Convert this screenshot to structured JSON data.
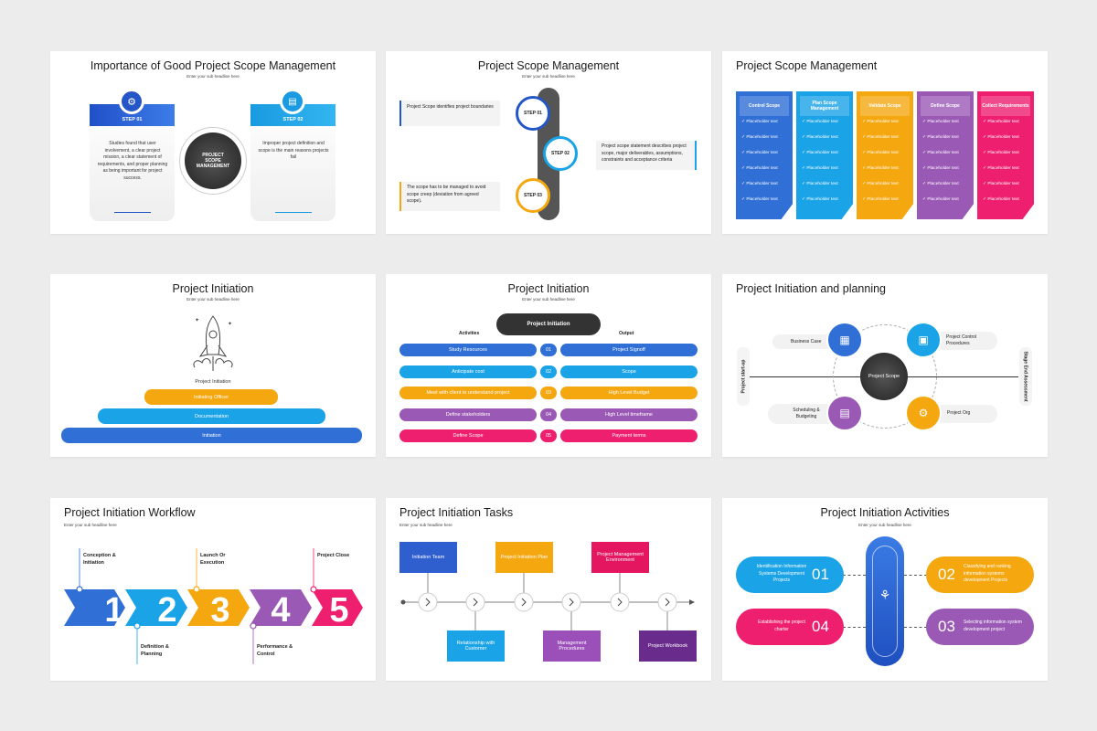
{
  "s1": {
    "title": "Importance of Good Project Scope Management",
    "subtitle": "Enter your sub headline here",
    "step1": {
      "label": "STEP 01",
      "text": "Studies found that user involvement, a clear project mission, a clear statement of requirements, and proper planning as being important for project success."
    },
    "step2": {
      "label": "STEP 02",
      "text": "Improper project definition and scope is the main reasons projects fail"
    },
    "center": "PROJECT SCOPE MANAGEMENT"
  },
  "s2": {
    "title": "Project Scope Management",
    "subtitle": "Enter your sub headline here",
    "steps": [
      "STEP 01",
      "STEP 02",
      "STEP 03"
    ],
    "callouts": [
      "Project Scope identifies project boundaries",
      "Project scope statement describes project scope, major deliverables, assumptions, constraints and acceptance criteria",
      "The scope has to be managed to avoid scope creep (deviation from agreed scope)."
    ]
  },
  "s3": {
    "title": "Project Scope Management",
    "columns": [
      {
        "header": "Control Scope",
        "color": "#2f6fd6"
      },
      {
        "header": "Plan Scope Management",
        "color": "#1aa3e6"
      },
      {
        "header": "Validate Scope",
        "color": "#f5a70f"
      },
      {
        "header": "Define Scope",
        "color": "#9b59b6"
      },
      {
        "header": "Collect Requirements",
        "color": "#ee1f6e"
      }
    ],
    "item": "Placeholder text"
  },
  "s4": {
    "title": "Project Initiation",
    "subtitle": "Enter your sub headline here",
    "icon_label": "Project Initiation",
    "levels": [
      "Initiating Officer",
      "Documentation",
      "Initiation"
    ]
  },
  "s5": {
    "title": "Project Initiation",
    "subtitle": "Enter your sub headline here",
    "center": "Project Initiation",
    "activities_label": "Activities",
    "output_label": "Output",
    "rows": [
      {
        "left": "Study Resources",
        "num": "01",
        "right": "Project Signoff"
      },
      {
        "left": "Anticipate cost",
        "num": "02",
        "right": "Scope"
      },
      {
        "left": "Meet with client to understand project",
        "num": "03",
        "right": "High Level Budget"
      },
      {
        "left": "Define stakeholders",
        "num": "04",
        "right": "High Level timeframe"
      },
      {
        "left": "Define Scope",
        "num": "05",
        "right": "Payment terms"
      }
    ]
  },
  "s6": {
    "title": "Project Initiation and planning",
    "left_axis": "Project start-up",
    "right_axis": "Stage End Assessment",
    "center": "Project Scope",
    "labels": [
      "Business Case",
      "Project Control Procedures",
      "Scheduling & Budgeting",
      "Project Org"
    ]
  },
  "s7": {
    "title": "Project Initiation Workflow",
    "subtitle": "Enter your sub headline here",
    "numbers": [
      "1",
      "2",
      "3",
      "4",
      "5"
    ],
    "top_labels": [
      "Conception & Initiation",
      "Launch Or Execution",
      "Project Close"
    ],
    "bottom_labels": [
      "Definition & Planning",
      "Performance & Control"
    ]
  },
  "s8": {
    "title": "Project Initiation Tasks",
    "subtitle": "Enter your sub headline here",
    "top": [
      "Initiation Team",
      "Project Initiation Plan",
      "Project Management Environment"
    ],
    "bottom": [
      "Relationship with Customer",
      "Management Procedures",
      "Project Workbook"
    ]
  },
  "s9": {
    "title": "Project Initiation Activities",
    "subtitle": "Enter your sub headline here",
    "items": [
      {
        "num": "01",
        "text": "Identification Information Systems Development Projects"
      },
      {
        "num": "02",
        "text": "Classifying and ranking information systems development Projects"
      },
      {
        "num": "04",
        "text": "Establishing the project charter"
      },
      {
        "num": "03",
        "text": "Selecting information system development project"
      }
    ]
  }
}
